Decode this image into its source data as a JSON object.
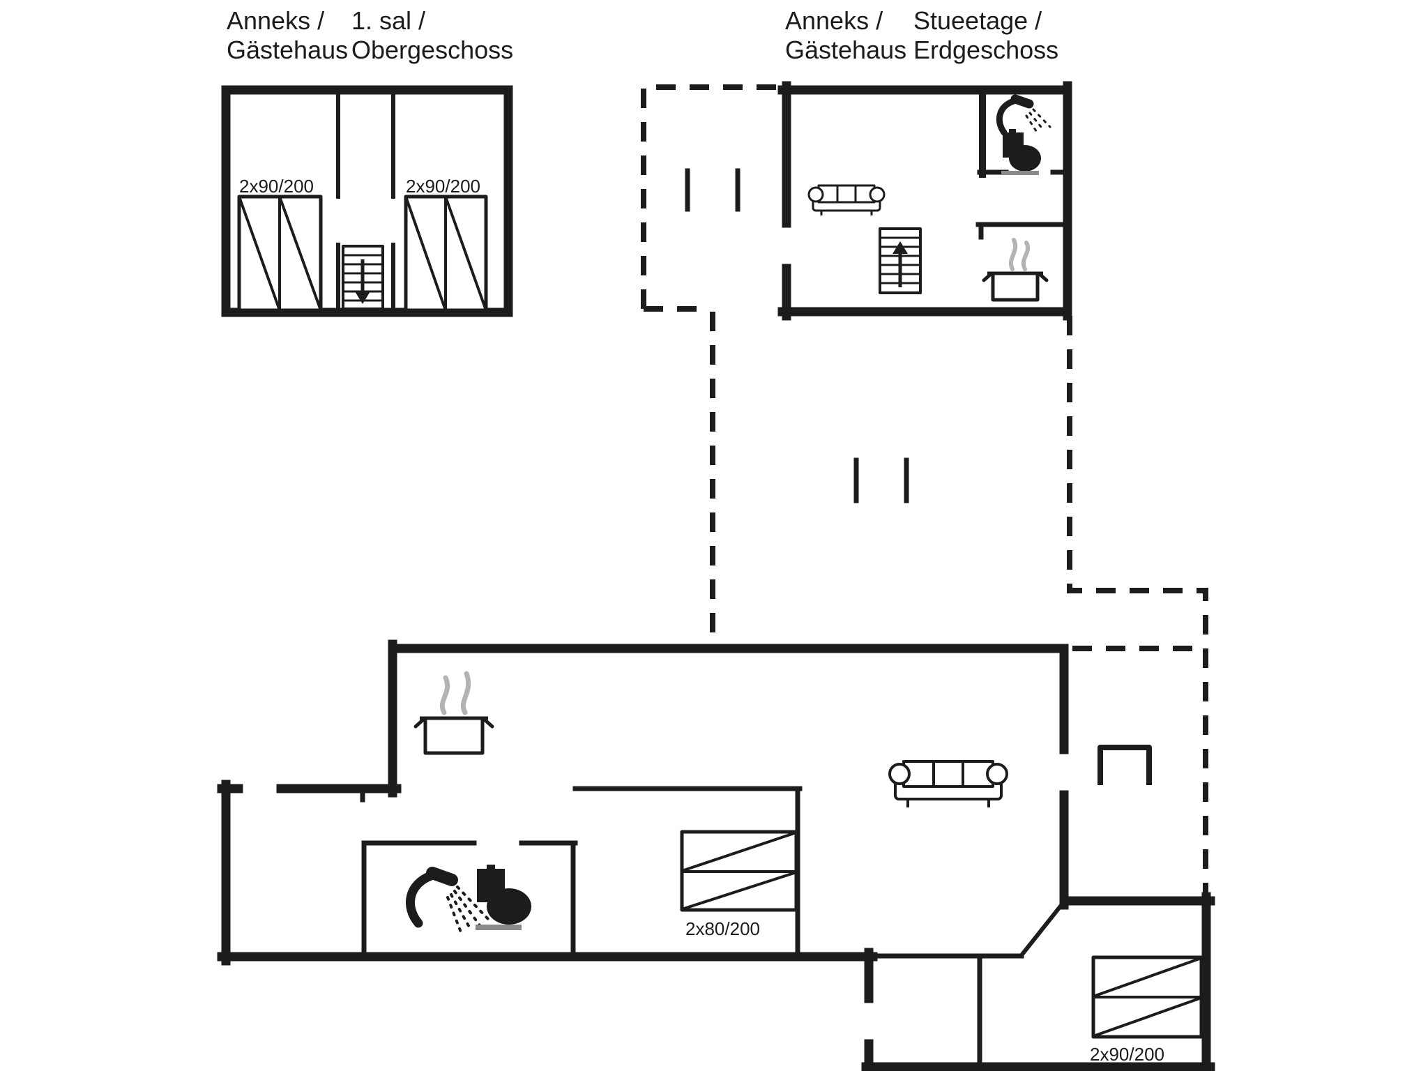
{
  "colors": {
    "background": "#ffffff",
    "ink": "#1c1c1c",
    "steam": "#b3b3b3",
    "toilet_base": "#8a8a8a"
  },
  "annex_upper_plan": {
    "title": {
      "col1_line1": "Anneks /",
      "col1_line2": "Gästehaus",
      "col2_line1": "1. sal /",
      "col2_line2": "Obergeschoss"
    },
    "beds": {
      "left_label": "2x90/200",
      "right_label": "2x90/200"
    },
    "icons": [
      "double-bed-icon",
      "double-bed-icon",
      "stairs-down-icon"
    ]
  },
  "annex_ground_plan": {
    "title": {
      "col1_line1": "Anneks /",
      "col1_line2": "Gästehaus",
      "col2_line1": "Stueetage /",
      "col2_line2": "Erdgeschoss"
    },
    "icons": [
      "sofa-icon",
      "stairs-up-icon",
      "shower-icon",
      "toilet-icon",
      "cooking-pot-icon",
      "steam-icon"
    ]
  },
  "main_ground_plan": {
    "beds": {
      "middle_label": "2x80/200",
      "right_label": "2x90/200"
    },
    "icons": [
      "cooking-pot-icon",
      "steam-icon",
      "shower-icon",
      "toilet-icon",
      "sofa-icon",
      "double-bed-icon",
      "double-bed-icon",
      "terrace-table-icon",
      "door-swing-icon"
    ]
  }
}
